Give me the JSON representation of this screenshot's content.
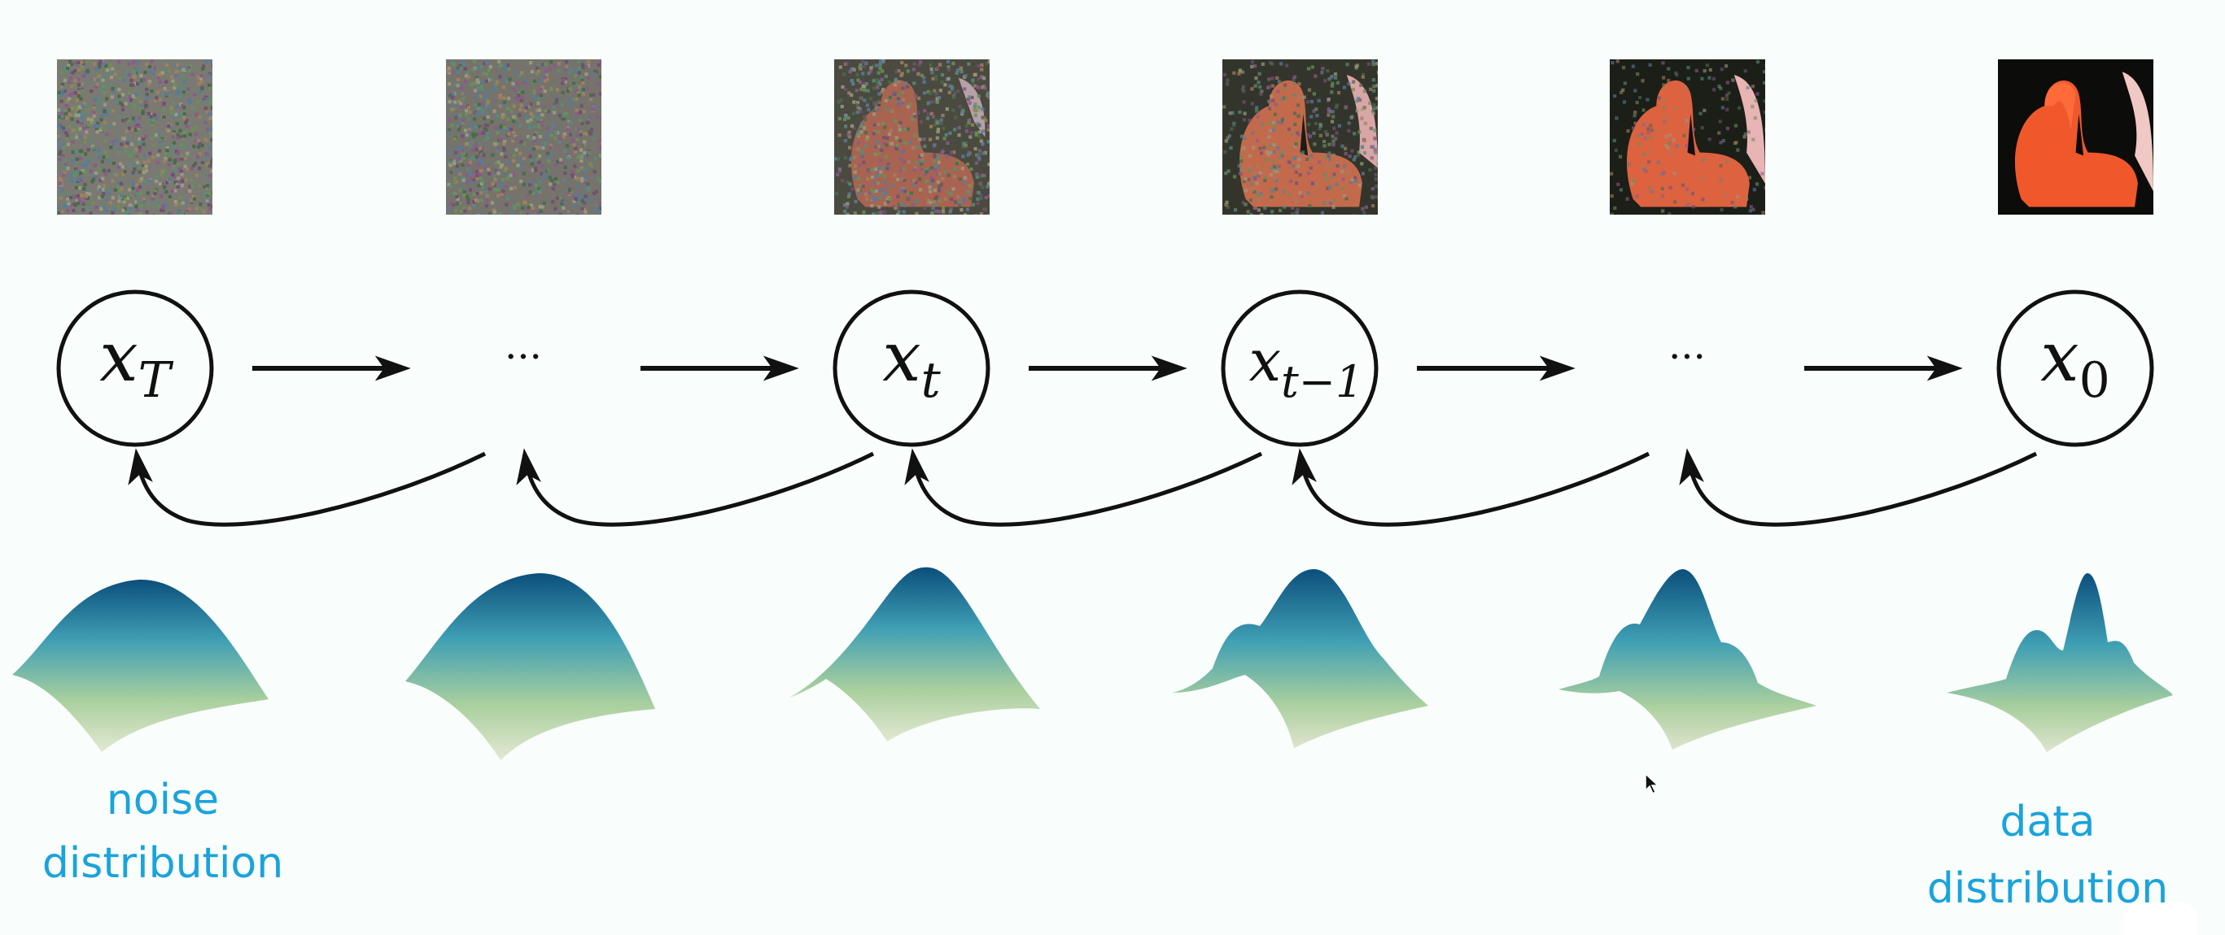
{
  "nodes": [
    {
      "base": "x",
      "sub": "T",
      "kind": "state"
    },
    {
      "base": "···",
      "sub": "",
      "kind": "ellipsis"
    },
    {
      "base": "x",
      "sub": "t",
      "kind": "state"
    },
    {
      "base": "x",
      "sub": "t−1",
      "kind": "state"
    },
    {
      "base": "···",
      "sub": "",
      "kind": "ellipsis"
    },
    {
      "base": "x",
      "sub": "0",
      "kind": "state"
    }
  ],
  "images": [
    {
      "step": "x_T",
      "noise_level": 1.0,
      "description": "pure noise"
    },
    {
      "step": "…",
      "noise_level": 0.85,
      "description": "noise"
    },
    {
      "step": "x_t",
      "noise_level": 0.6,
      "description": "noisy flamingo"
    },
    {
      "step": "x_t-1",
      "noise_level": 0.4,
      "description": "less noisy flamingo"
    },
    {
      "step": "…",
      "noise_level": 0.2,
      "description": "slightly noisy flamingo"
    },
    {
      "step": "x_0",
      "noise_level": 0.0,
      "description": "clean flamingo"
    }
  ],
  "surfaces": [
    {
      "peaks": 1,
      "shape": "broad single mode"
    },
    {
      "peaks": 1,
      "shape": "broad single mode"
    },
    {
      "peaks": 1,
      "shape": "narrowing single mode"
    },
    {
      "peaks": 2,
      "shape": "two modes"
    },
    {
      "peaks": 3,
      "shape": "three modes emerging"
    },
    {
      "peaks": 3,
      "shape": "three sharp modes"
    }
  ],
  "labels": {
    "noise_line1": "noise",
    "noise_line2": "distribution",
    "data_line1": "data",
    "data_line2": "distribution"
  },
  "colors": {
    "label": "#1aa3dc",
    "surface_top": "#0b4f7c",
    "surface_mid": "#3f9fb4",
    "surface_low": "#a9cf9e",
    "surface_base": "#e3e8d2",
    "ink": "#111111"
  }
}
